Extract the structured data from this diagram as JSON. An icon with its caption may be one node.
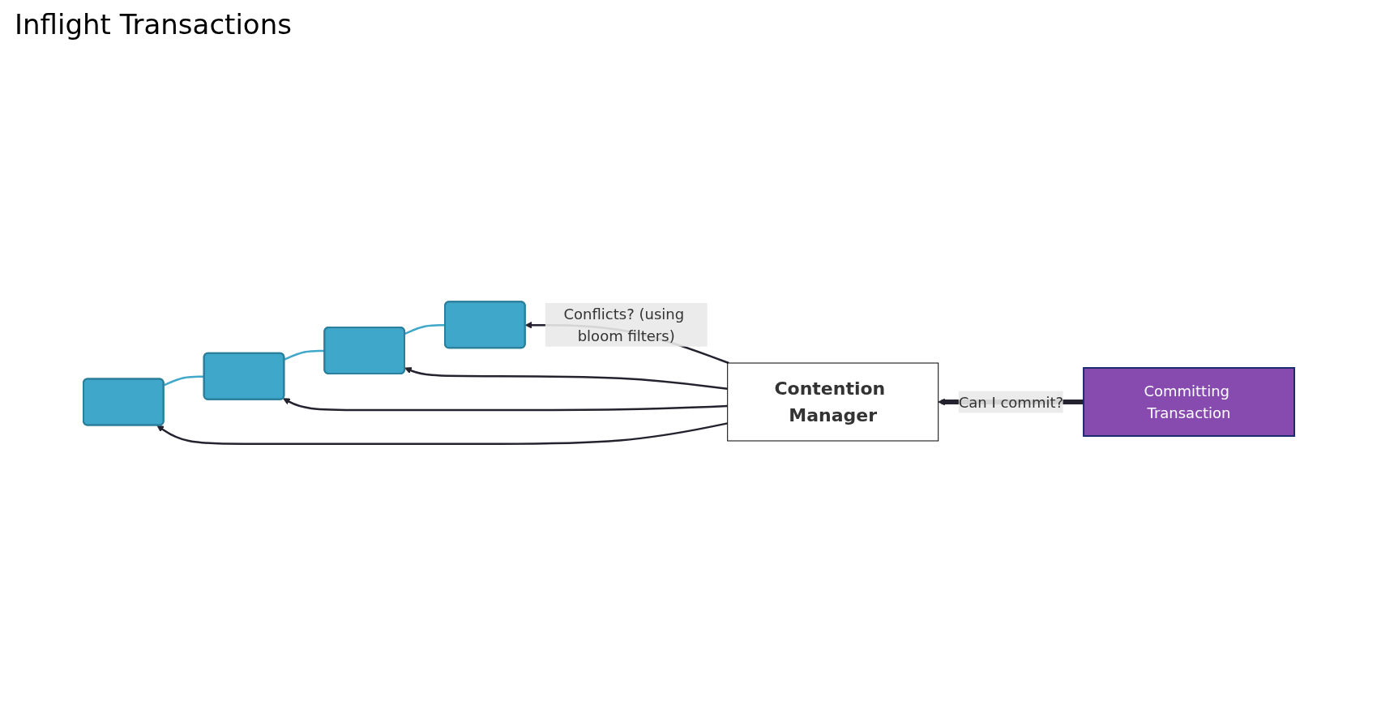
{
  "diagram": {
    "title": "Inflight Transactions",
    "nodes": [
      {
        "text": [],
        "shape": "box"
      },
      {
        "text": [],
        "shape": "box"
      },
      {
        "text": [],
        "shape": "box"
      },
      {
        "text": [],
        "shape": "box"
      },
      {
        "text": [
          "Contention Manager"
        ]
      },
      {
        "text": [
          "Committing Transaction"
        ]
      }
    ],
    "edges": [
      {
        "from": 0,
        "to": 1,
        "arrow": "none",
        "color": "#3fa7c9"
      },
      {
        "from": 1,
        "to": 2,
        "arrow": "none",
        "color": "#3fa7c9"
      },
      {
        "from": 2,
        "to": 3,
        "arrow": "none",
        "color": "#3fa7c9"
      },
      {
        "from": 4,
        "to": 0,
        "arrow": "to",
        "label": "Conflicts? (using bloom filters)"
      },
      {
        "from": 4,
        "to": 1,
        "arrow": "to"
      },
      {
        "from": 4,
        "to": 2,
        "arrow": "to"
      },
      {
        "from": 4,
        "to": 3,
        "arrow": "to"
      },
      {
        "from": 5,
        "to": 4,
        "arrow": "to",
        "label": "Can I commit?",
        "style": "thick"
      }
    ]
  }
}
